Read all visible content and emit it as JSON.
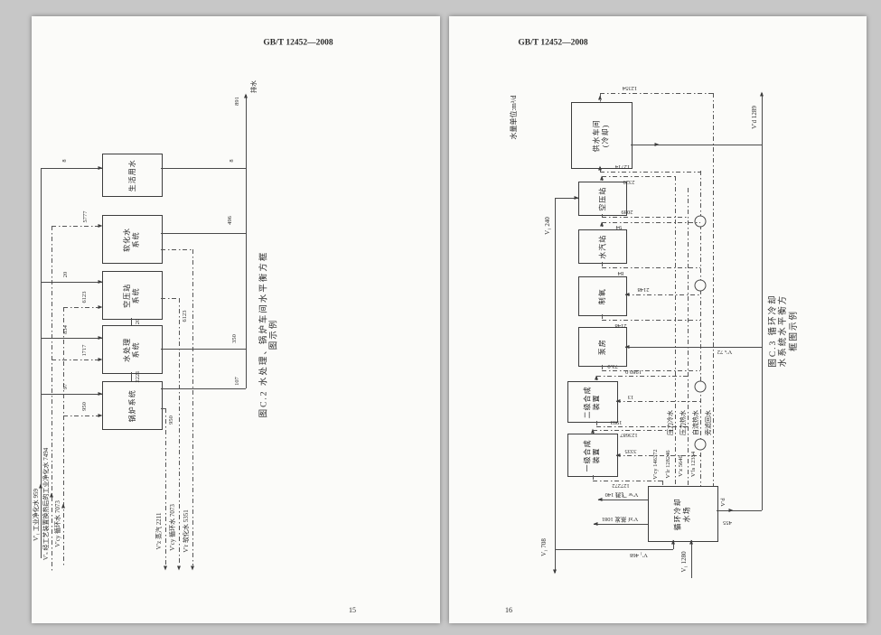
{
  "left": {
    "header": "GB/T 12452—2008",
    "page_number": "15",
    "caption": "图C.2  水处理、锅炉车间水平衡方框图示例",
    "drain_label": "排水",
    "drain_value": "891",
    "boxes": {
      "b1": "生活用水",
      "b2": "软化水\n系统",
      "b3": "空压站\n系统",
      "b4": "水处理\n系统",
      "b5": "锅炉系统"
    },
    "flows": {
      "in8": "8",
      "out8": "8",
      "in5777": "5777",
      "out496": "496",
      "in20": "20",
      "in6123": "6123",
      "out6123": "6123",
      "link20": "20",
      "in834": "834",
      "in1717": "1717",
      "out350": "350",
      "link2221": "2221",
      "in97": "97",
      "in950": "950",
      "out950": "950",
      "out107": "107"
    },
    "inputs": [
      "V′₁ 工业净化水 959",
      "V′ₛ 经工艺装置换热后的工业净化水 7494",
      "V′cy 循环水 7073"
    ],
    "outputs": [
      "V′z 蒸汽 2211",
      "V′cy 循环水 7073",
      "V′r 软化水 5351"
    ]
  },
  "right": {
    "header": "GB/T 12452—2008",
    "page_number": "16",
    "caption": "图C.3  循环冷却水系统水平衡方框图示例",
    "unit": "水量单位:m³/d",
    "boxes": {
      "supply": "供水车间\n(冷却)",
      "air": "空压站",
      "steam": "水汽站",
      "oxygen": "制氧",
      "pump": "泵房",
      "unit2": "二级合成\n装置",
      "unit1": "一级合成\n装置",
      "cooling": "循环冷却\n水场"
    },
    "flows": {
      "f12354": "12354",
      "f12714": "12714",
      "f2329": "2329",
      "f2089": "2089",
      "f94": "94",
      "f84": "84",
      "f2148a": "2148",
      "f2148b": "2148",
      "f73": "73.0",
      "f1980": "1980.0",
      "f13": "13",
      "f1993": "1993",
      "f123687": "123687",
      "f3335": "3335",
      "f127272": "127272"
    },
    "rails": {
      "v240": "V₁ 240",
      "v708": "V₁ 708",
      "v468": "V′₁ 468",
      "v1280": "V₁ 1280",
      "v72": "V′ₛ 72",
      "vd_top": "V′d 1289",
      "vd_sym": "V′d",
      "vd_val": "455"
    },
    "top_inputs": [
      "V′cy 146372",
      "V′lr 128246",
      "V′z 5640",
      "V′ls 12354"
    ],
    "water_lines": [
      "压力冷水",
      "压力热水",
      "自流热水",
      "旁滤回水"
    ],
    "left_outputs": [
      "V′w 飞溅 140",
      "V′zf 蒸发 1081"
    ]
  }
}
